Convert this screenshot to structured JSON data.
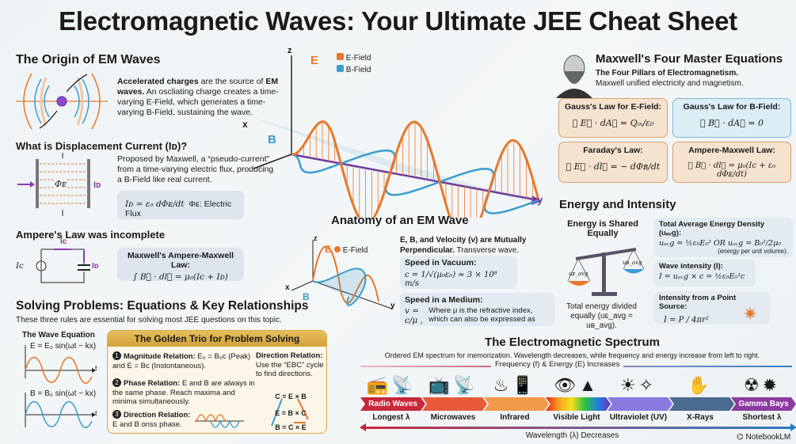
{
  "title": "Electromagnetic Waves: Your Ultimate JEE Cheat Sheet",
  "colors": {
    "e_field": "#e8782a",
    "b_field": "#3b9ccf",
    "axis": "#6a3aa0",
    "gold": "#d3a23c"
  },
  "origin": {
    "heading": "The Origin of EM Waves",
    "text_bold1": "Accelerated charges",
    "text1": " are the source of ",
    "text_bold2": "EM waves.",
    "text2": " An oscliating charge creates a time-varying E-Field, which generates a time-varying B-Field, sustaining the wave."
  },
  "displacement": {
    "heading": "What is Displacement Current (Iᴅ)?",
    "text": "Proposed by Maxwell, a “pseudo-current” from a time-varying electric flux, producing a B-Field like real current.",
    "formula": "Iᴅ = ε₀ dΦᴇ/dt",
    "flux_note": "Φᴇ: Electric Flux",
    "phi_label": "Φᴇ",
    "id_label": "Iᴅ"
  },
  "ampere": {
    "heading": "Ampere's Law was incomplete",
    "box_title": "Maxwell's Ampere-Maxwell Law:",
    "formula": "∫ B⃗ · dl⃗ = μ₀(Iᴄ + Iᴅ)",
    "ic_label": "Iᴄ",
    "id_label": "Iᴅ"
  },
  "main_wave": {
    "z": "z",
    "x": "x",
    "y": "y",
    "e": "E",
    "b": "B",
    "legend": [
      {
        "label": "E-Field",
        "color": "#e8782a"
      },
      {
        "label": "B-Field",
        "color": "#3b9ccf"
      }
    ]
  },
  "anatomy": {
    "heading": "Anatomy of an EM Wave",
    "z": "z",
    "x": "x",
    "y": "y",
    "e": "E",
    "b": "B",
    "legend": "E-Field",
    "intro_bold": "E, B, and Velocity (v) are Mutually Perpendicular.",
    "intro": " Transverse wave.",
    "vacuum_title": "Speed in Vacuum:",
    "vacuum_formula": "c = 1/√(μ₀ε₀) ≈ 3 × 10⁸ m/s",
    "medium_title": "Speed in a Medium:",
    "medium_formula": "v = c/μ ,",
    "medium_note": "Where μ is the refractive index, which can also be expressed as"
  },
  "maxwell": {
    "heading": "Maxwell's Four Master Equations",
    "sub_bold": "The Four Pillars of Electromagnetism.",
    "sub": "Maxwell unified electricity and magnetism.",
    "equations": [
      {
        "title": "Gauss's Law for E-Field:",
        "formula": "∮ E⃗ · dA⃗ = Qᵢₙ/ε₀"
      },
      {
        "title": "Gauss's Law for B-Field:",
        "formula": "∮ B⃗ · dA⃗ = 0"
      },
      {
        "title": "Faraday's Law:",
        "formula": "∮ E⃗ · dl⃗ = − dΦʙ/dt"
      },
      {
        "title": "Ampere-Maxwell Law:",
        "formula": "∮ B⃗ · dl⃗ = μ₀(Iᴄ + ε₀ dΦᴇ/dt)"
      }
    ]
  },
  "energy": {
    "heading": "Energy and Intensity",
    "shared": "Energy is Shared Equally",
    "ue": "uᴇ_avg",
    "ub": "uʙ_avg",
    "shared_note": "Total energy divided equally (uᴇ_avg = uʙ_avg).",
    "density_title": "Total Average Energy Density (uₐᵥg):",
    "density_formula": "uₐᵥg = ½ε₀E₀²   OR   uₐᵥg = B₀²/2μ₀",
    "density_note": "(energy per unit volume).",
    "intensity_title": "Wave intensity (I):",
    "intensity_formula": "I = uₐᵥg × c = ½ε₀E₀²c",
    "point_title": "Intensity from a Point Source:",
    "point_formula": "I = P / 4πr²"
  },
  "solving": {
    "heading": "Solving Problems: Equations & Key Relationships",
    "sub": "These three rules are essential for solving most JEE questions on this topic.",
    "wave_eq_title": "The Wave Equation",
    "e_eq": "E = E₀ sin(ωt − kx)",
    "b_eq": "B = B₀ sin(ωt − kx)",
    "t": "t",
    "trio_title": "The Golden Trio for Problem Solving",
    "rules": [
      {
        "n": "1",
        "bold": "Magnitude Relation:",
        "text": " E₀ = B₀c (Peak) and E = Bc (Instontaneous)."
      },
      {
        "n": "2",
        "bold": "Phase Relation:",
        "text": " E and B are always in the same phase. Reach maxima and minima simultaneously."
      },
      {
        "n": "3",
        "bold": "Direction Relation:",
        "text": " E and B onss phase."
      }
    ],
    "direction_title": "Direction Relation:",
    "direction_text": "Use the “EBC” cycle to find directions.",
    "cycle": [
      "C = E × B",
      "E = B × C",
      "B = C × E"
    ]
  },
  "spectrum": {
    "heading": "The Electromagnetic Spectrum",
    "sub": "Ordered EM spectrum for memorization. Wavelength decreases, while frequency and energy increase from left to right.",
    "freq_label": "Frequency (f) & Energy (E) Increases",
    "wavelength_label": "Wavelength (λ) Decreases",
    "bands": [
      {
        "band": "Radio Waves",
        "label": "Longest λ",
        "color": "#c8283a",
        "icons": "📻📡"
      },
      {
        "band": "",
        "label": "Microwaves",
        "color": "#e85a3a",
        "icons": "📺📡"
      },
      {
        "band": "",
        "label": "Infrared",
        "color": "#f39a4a",
        "icons": "♨📱"
      },
      {
        "band": "",
        "label": "Visible Light",
        "color": "linear-gradient(90deg,#e82020,#f5a020,#f5e020,#30c040,#2080e0,#7030c0)",
        "icons": "👁▲"
      },
      {
        "band": "",
        "label": "Ultraviolet (UV)",
        "color": "#8a7ae0",
        "icons": "☀✧"
      },
      {
        "band": "",
        "label": "X-Rays",
        "color": "#4a6a90",
        "icons": "✋"
      },
      {
        "band": "Gamma Bays",
        "label": "Shortest λ",
        "color": "#8a3aa0",
        "icons": "☢✹"
      }
    ]
  },
  "brand": "NotebookLM"
}
